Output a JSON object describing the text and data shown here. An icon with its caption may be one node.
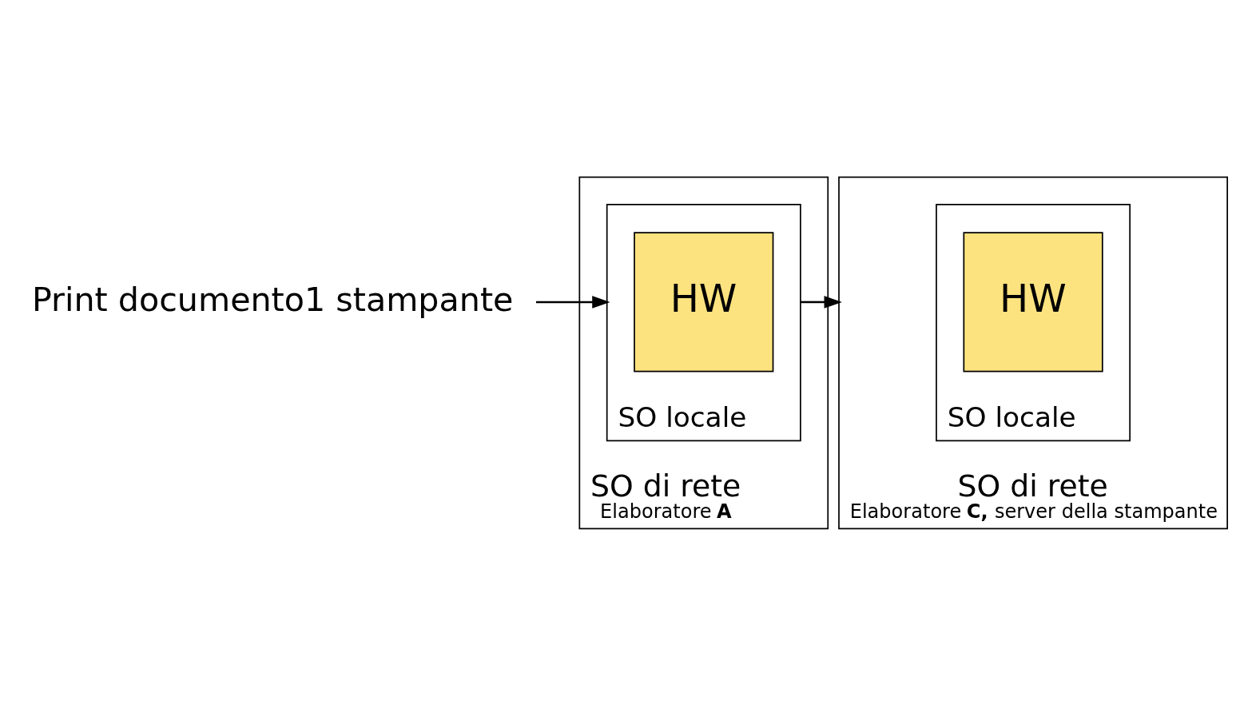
{
  "diagram": {
    "nodes": [
      {
        "text": [
          "SO di rete"
        ],
        "beside": [
          "Elaboratore **A**"
        ]
      },
      {
        "text": [
          "SO locale"
        ],
        "in": 0
      },
      {
        "text": [
          "HW"
        ],
        "in": 1
      },
      {
        "text": [
          "SO di rete"
        ],
        "beside": [
          "Elaboratore **C,** server della stampante"
        ]
      },
      {
        "text": [
          "SO locale"
        ],
        "in": 3
      },
      {
        "text": [
          "HW"
        ],
        "in": 4
      },
      {
        "text": [
          "Print documento1 stampante"
        ]
      }
    ],
    "edges": [
      {
        "from": 1,
        "to": 3,
        "arrow": "to"
      },
      {
        "from": 6,
        "to": 1,
        "arrow": "to"
      }
    ]
  }
}
